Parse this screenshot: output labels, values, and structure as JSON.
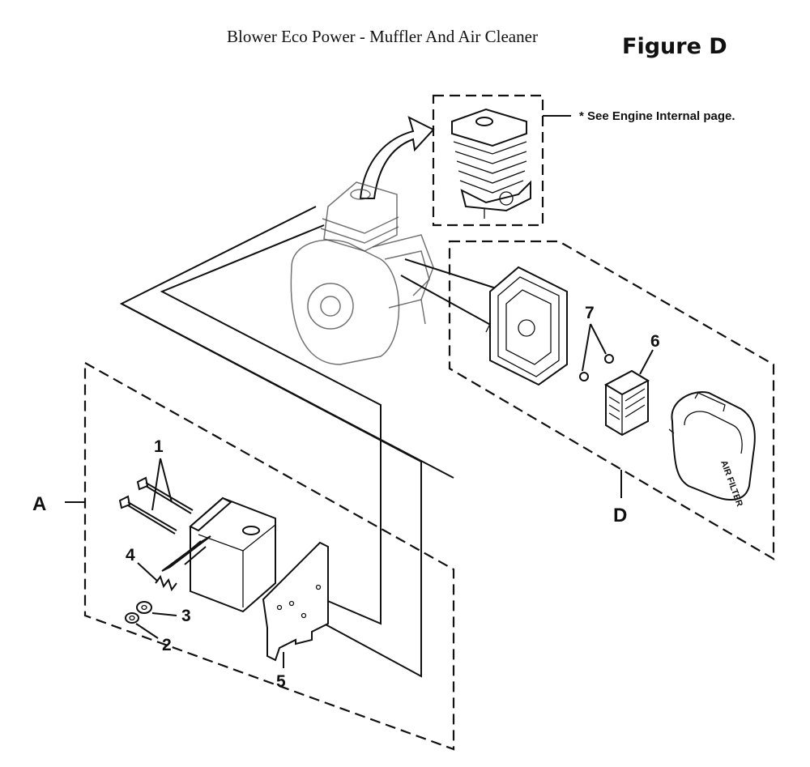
{
  "header": {
    "title": "Blower Eco Power - Muffler And Air Cleaner",
    "figure_label": "Figure D"
  },
  "note": {
    "text": "* See Engine Internal page."
  },
  "groups": {
    "a": "A",
    "d": "D"
  },
  "callouts": {
    "c1": "1",
    "c2": "2",
    "c3": "3",
    "c4": "4",
    "c5": "5",
    "c6": "6",
    "c7": "7"
  },
  "air_filter_cover_text": "AIR FILTER"
}
